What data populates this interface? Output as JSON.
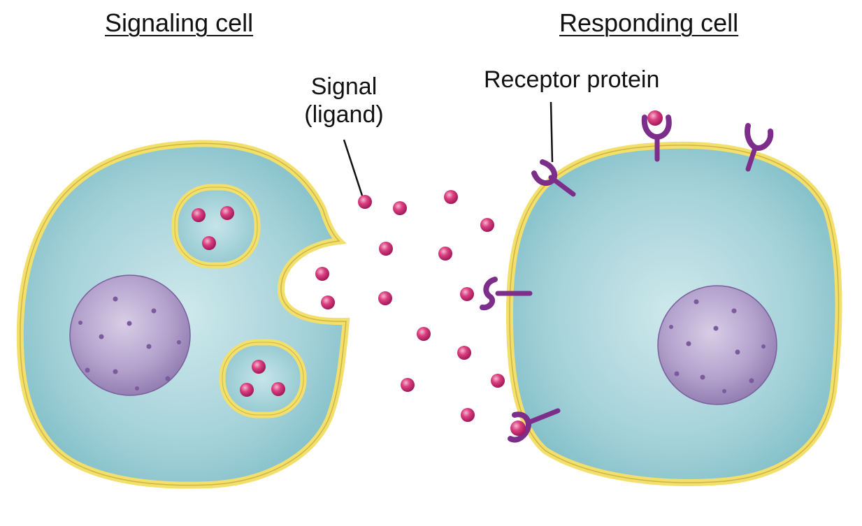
{
  "labels": {
    "signaling_cell": "Signaling cell",
    "responding_cell": "Responding cell",
    "signal_line1": "Signal",
    "signal_line2": "(ligand)",
    "receptor_protein": "Receptor protein"
  },
  "colors": {
    "membrane": "#f2df6c",
    "membrane_edge": "#b89b2a",
    "cytoplasm": "#8fc8d0",
    "cytoplasm_light": "#c9e6ea",
    "nucleus": "#9b86b8",
    "nucleus_light": "#cfc3df",
    "nucleus_spot": "#7b5a9e",
    "ligand": "#c8266f",
    "ligand_light": "#f3a3c8",
    "receptor": "#7d2e8a"
  }
}
